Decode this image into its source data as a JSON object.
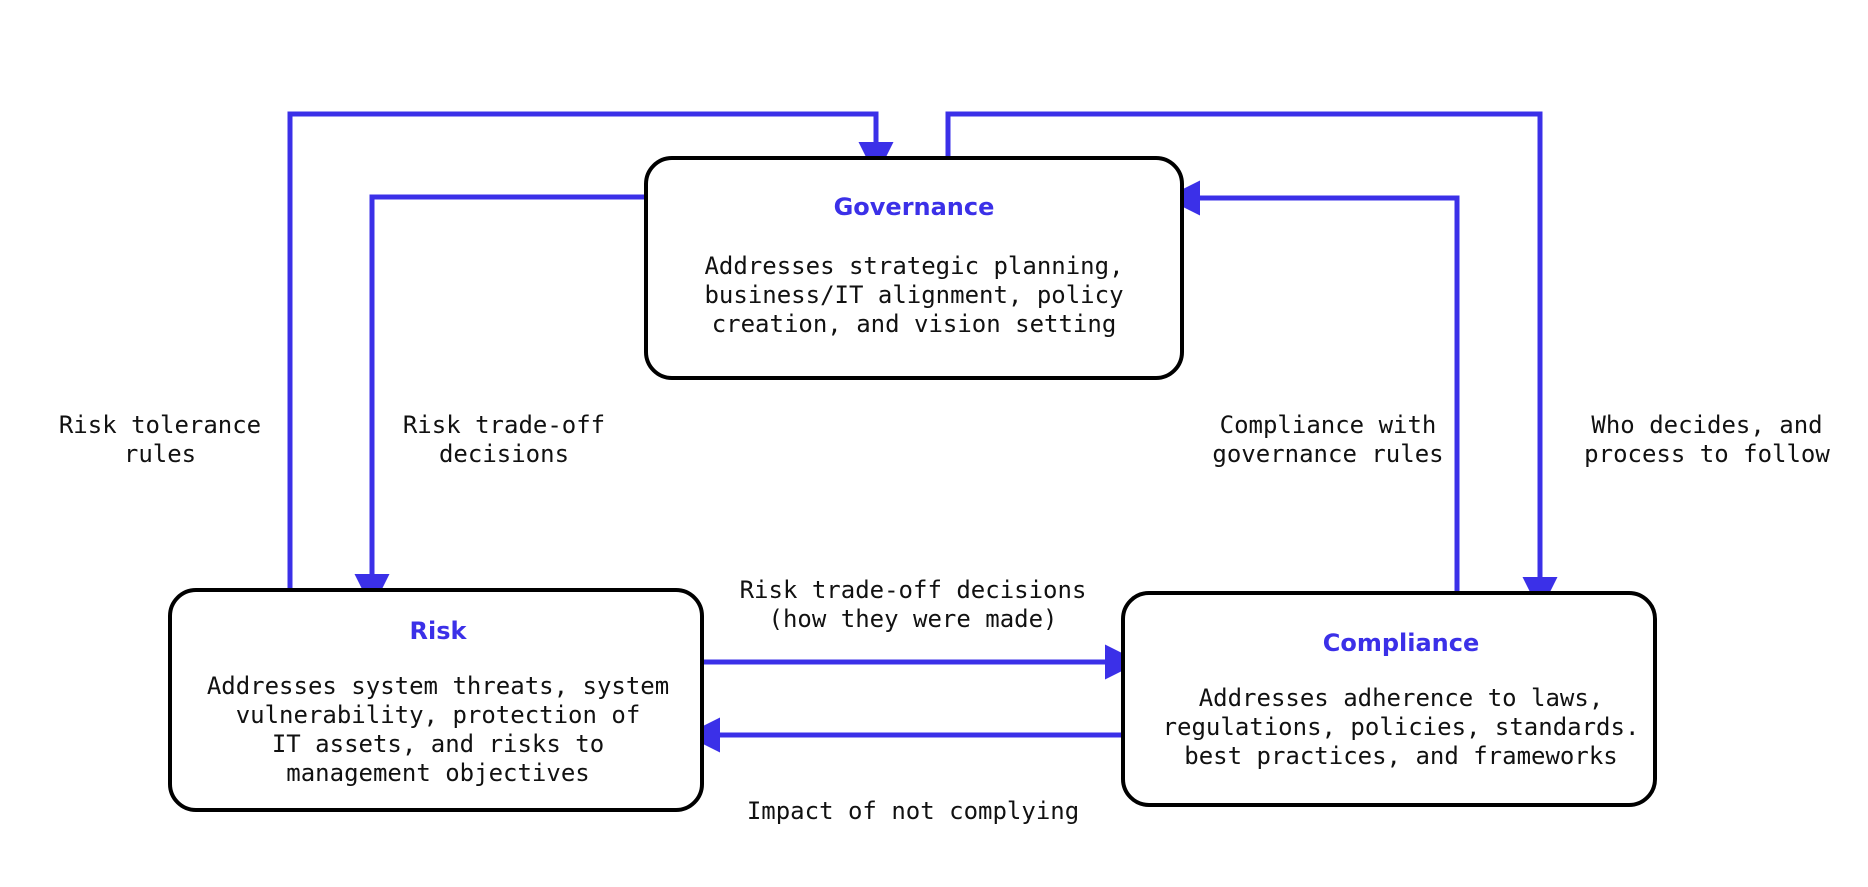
{
  "diagram": {
    "accent_color": "#3b30e8",
    "box_border_color": "#000000",
    "background_color": "#ffffff",
    "nodes": [
      {
        "id": "governance",
        "title": "Governance",
        "body_lines": [
          "Addresses strategic planning,",
          "business/IT alignment, policy",
          "creation, and vision setting"
        ]
      },
      {
        "id": "risk",
        "title": "Risk",
        "body_lines": [
          "Addresses system threats, system",
          "vulnerability, protection of",
          "IT assets, and risks to",
          "management objectives"
        ]
      },
      {
        "id": "compliance",
        "title": "Compliance",
        "body_lines": [
          "Addresses adherence to laws,",
          "regulations, policies, standards.",
          "best practices, and frameworks"
        ]
      }
    ],
    "edges": [
      {
        "id": "risk-to-governance",
        "from": "risk",
        "to": "governance",
        "label_lines": [
          "Risk tolerance",
          "rules"
        ]
      },
      {
        "id": "governance-to-risk",
        "from": "governance",
        "to": "risk",
        "label_lines": [
          "Risk trade-off",
          "decisions"
        ]
      },
      {
        "id": "risk-to-compliance",
        "from": "risk",
        "to": "compliance",
        "label_lines": [
          "Risk trade-off decisions",
          "(how they were made)"
        ]
      },
      {
        "id": "compliance-to-risk",
        "from": "compliance",
        "to": "risk",
        "label_lines": [
          "Impact of not complying"
        ]
      },
      {
        "id": "compliance-to-governance",
        "from": "compliance",
        "to": "governance",
        "label_lines": [
          "Compliance with",
          "governance rules"
        ]
      },
      {
        "id": "governance-to-compliance",
        "from": "governance",
        "to": "compliance",
        "label_lines": [
          "Who decides, and",
          "process to follow"
        ]
      }
    ]
  }
}
